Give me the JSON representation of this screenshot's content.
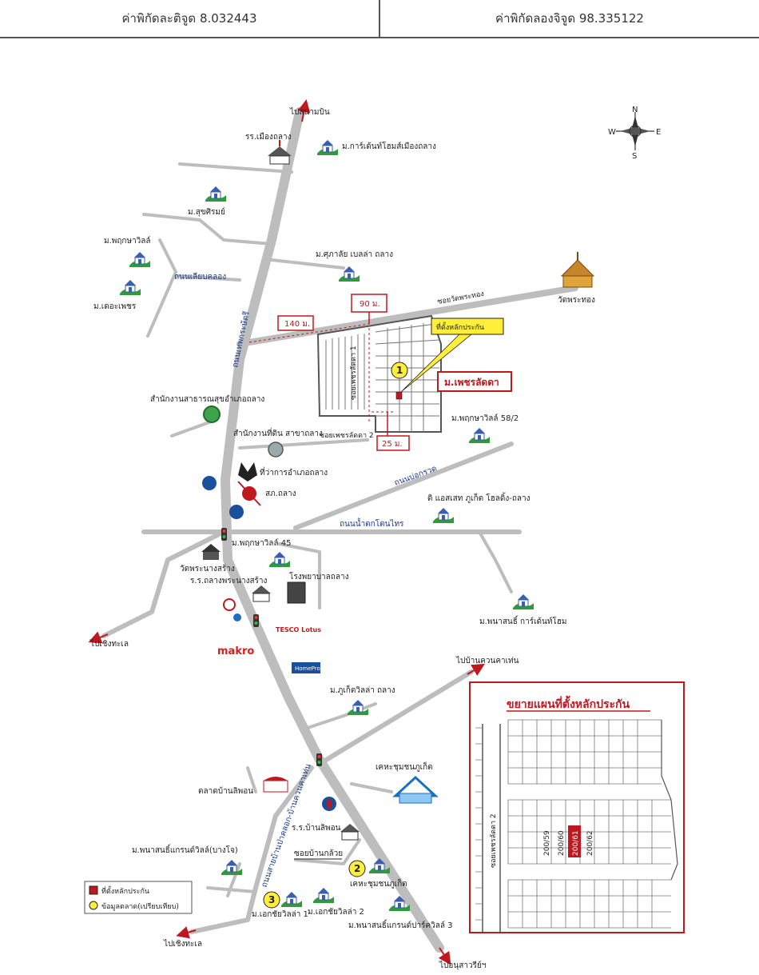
{
  "header": {
    "latitude_label": "ค่าพิกัดละติจูด 8.032443",
    "longitude_label": "ค่าพิกัดลองจิจูด 98.335122"
  },
  "compass": {
    "n": "N",
    "s": "S",
    "e": "E",
    "w": "W"
  },
  "directions": {
    "to_airport": "ไปสนามบิน",
    "to_chalong_west": "ไปเชิงทะเล",
    "to_ban_khuan": "ไปบ้านควนคาเท่น",
    "to_chalong_bottom": "ไปเชิงทะเล",
    "to_tha_rua": "ไปอนุสาวรีย์ฯ"
  },
  "roads": {
    "thepkrasattri": "ถนนเทพกระษัตรี",
    "soi_wat_phra_thong": "ซอยวัดพระทอง",
    "thanon_liap_khlong": "ถนนเลียบคลอง",
    "thanon_mueang_mai": "ถนนบ่อกรวด",
    "thanon_namtok": "ถนนน้ำตกโตนไทร",
    "soi_phet_lada_1": "ซอยเพชรลัดดา 1",
    "soi_phet_lada_2": "ซอยเพชรลัดดา 2",
    "soi_ban_kluai": "ซอยบ้านกล้วย",
    "thanon_ban_khuan": "ถนนสายบ้านป่าคลอก-บ้านควนคาเท่น"
  },
  "places": {
    "school_mueang_thalang": "รร.เมืองถลาง",
    "moo_garden_home": "ม.การ์เด้นท์โฮมส์เมืองถลาง",
    "moo_suk_sirom": "ม.สุขศิรมย์",
    "moo_phrueksa_west": "ม.พฤกษาวิลล์",
    "moo_the_phet": "ม.เดอะเพชร",
    "moo_supalai": "ม.ศุภาลัย เบลล่า ถลาง",
    "wat_phra_thong": "วัดพระทอง",
    "health_office": "สำนักงานสาธารณสุขอำเภอถลาง",
    "land_office": "สำนักงานที่ดิน สาขาถลาง",
    "district_office": "ที่ว่าการอำเภอถลาง",
    "police": "สภ.ถลาง",
    "moo_phrueksa_58": "ม.พฤกษาวิลล์ 58/2",
    "hometown": "ดิ แอสเสท ภูเก็ต โฮลดิ้ง-ถลาง",
    "moo_phrueksa_45": "ม.พฤกษาวิลล์ 45",
    "wat_phra_nang": "วัดพระนางสร้าง",
    "school_phra_nang": "ร.ร.ถลางพระนางสร้าง",
    "hospital": "โรงพยาบาลถลาง",
    "moo_phanasin_garden": "ม.พนาสนธิ์ การ์เด้นท์โฮม",
    "tesco": "TESCO Lotus",
    "makro": "makro",
    "homepro": "HomePro",
    "moo_phuket_villa": "ม.ภูเก็ตวิลล่า ถลาง",
    "market_ban_lipon": "ตลาดบ้านลิพอน",
    "central_phuket": "เคหะชุมชนภูเก็ต",
    "school_ban_lipon": "ร.ร.บ้านลิพอน",
    "moo_phanasin_grand": "ม.พนาสนธิ์แกรนด์วิลล์(บางโจ)",
    "moo_ekachai_1": "ม.เอกชัยวิลล่า 1",
    "moo_ekachai_2": "ม.เอกชัยวิลล่า 2",
    "moo_phanasin_park": "ม.พนาสนธิ์แกรนด์ปาร์ควิลล์ 3",
    "keha_chumchon": "เคหะชุมชนภูเก็ต"
  },
  "property": {
    "name": "ม.เพชรลัดดา",
    "callout": "ที่ตั้งหลักประกัน",
    "marker_1": "1",
    "marker_2": "2",
    "marker_3": "3",
    "dist_140": "140 ม.",
    "dist_90": "90 ม.",
    "dist_25": "25 ม."
  },
  "inset": {
    "title": "ขยายแผนที่ตั้งหลักประกัน",
    "soi_label": "ซอยเพชรลัดดา 2",
    "lots": [
      "200/59",
      "200/60",
      "200/61",
      "200/62"
    ],
    "highlighted_lot": "200/61"
  },
  "legend": {
    "collateral": "ที่ตั้งหลักประกัน",
    "market_data": "ข้อมูลตลาด(เปรียบเทียบ)"
  },
  "colors": {
    "road": "#bdbdbd",
    "house_icon": "#2f7a2f",
    "accent_red": "#c0181f",
    "callout_yellow": "#ffef3a",
    "road_text": "#1b3a8a"
  }
}
